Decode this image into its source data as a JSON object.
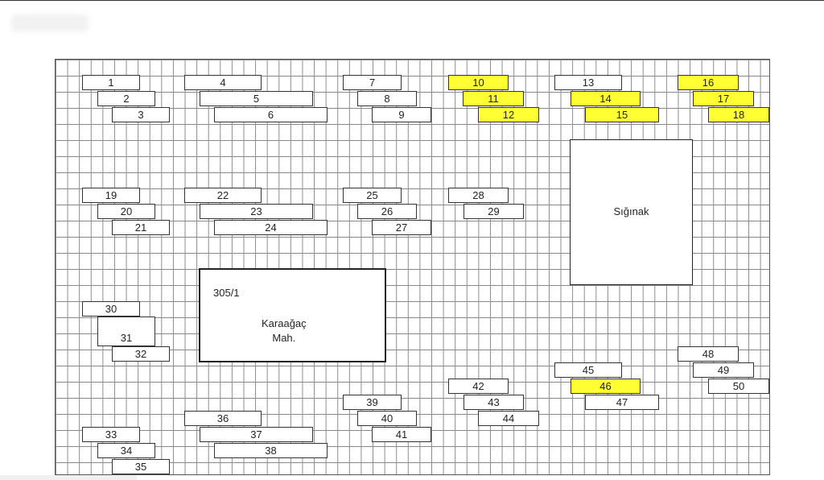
{
  "parcels": [
    {
      "id": "p1",
      "label": "1",
      "highlight": false
    },
    {
      "id": "p2",
      "label": "2",
      "highlight": false
    },
    {
      "id": "p3",
      "label": "3",
      "highlight": false
    },
    {
      "id": "p4",
      "label": "4",
      "highlight": false
    },
    {
      "id": "p5",
      "label": "5",
      "highlight": false
    },
    {
      "id": "p6",
      "label": "6",
      "highlight": false
    },
    {
      "id": "p7",
      "label": "7",
      "highlight": false
    },
    {
      "id": "p8",
      "label": "8",
      "highlight": false
    },
    {
      "id": "p9",
      "label": "9",
      "highlight": false
    },
    {
      "id": "p10",
      "label": "10",
      "highlight": true
    },
    {
      "id": "p11",
      "label": "11",
      "highlight": true
    },
    {
      "id": "p12",
      "label": "12",
      "highlight": true
    },
    {
      "id": "p13",
      "label": "13",
      "highlight": false
    },
    {
      "id": "p14",
      "label": "14",
      "highlight": true
    },
    {
      "id": "p15",
      "label": "15",
      "highlight": true
    },
    {
      "id": "p16",
      "label": "16",
      "highlight": true
    },
    {
      "id": "p17",
      "label": "17",
      "highlight": true
    },
    {
      "id": "p18",
      "label": "18",
      "highlight": true
    },
    {
      "id": "p19",
      "label": "19",
      "highlight": false
    },
    {
      "id": "p20",
      "label": "20",
      "highlight": false
    },
    {
      "id": "p21",
      "label": "21",
      "highlight": false
    },
    {
      "id": "p22",
      "label": "22",
      "highlight": false
    },
    {
      "id": "p23",
      "label": "23",
      "highlight": false
    },
    {
      "id": "p24",
      "label": "24",
      "highlight": false
    },
    {
      "id": "p25",
      "label": "25",
      "highlight": false
    },
    {
      "id": "p26",
      "label": "26",
      "highlight": false
    },
    {
      "id": "p27",
      "label": "27",
      "highlight": false
    },
    {
      "id": "p28",
      "label": "28",
      "highlight": false
    },
    {
      "id": "p29",
      "label": "29",
      "highlight": false
    },
    {
      "id": "p30",
      "label": "30",
      "highlight": false
    },
    {
      "id": "p31",
      "label": "31",
      "highlight": false
    },
    {
      "id": "p32",
      "label": "32",
      "highlight": false
    },
    {
      "id": "p33",
      "label": "33",
      "highlight": false
    },
    {
      "id": "p34",
      "label": "34",
      "highlight": false
    },
    {
      "id": "p35",
      "label": "35",
      "highlight": false
    },
    {
      "id": "p36",
      "label": "36",
      "highlight": false
    },
    {
      "id": "p37",
      "label": "37",
      "highlight": false
    },
    {
      "id": "p38",
      "label": "38",
      "highlight": false
    },
    {
      "id": "p39",
      "label": "39",
      "highlight": false
    },
    {
      "id": "p40",
      "label": "40",
      "highlight": false
    },
    {
      "id": "p41",
      "label": "41",
      "highlight": false
    },
    {
      "id": "p42",
      "label": "42",
      "highlight": false
    },
    {
      "id": "p43",
      "label": "43",
      "highlight": false
    },
    {
      "id": "p44",
      "label": "44",
      "highlight": false
    },
    {
      "id": "p45",
      "label": "45",
      "highlight": false
    },
    {
      "id": "p46",
      "label": "46",
      "highlight": true
    },
    {
      "id": "p47",
      "label": "47",
      "highlight": false
    },
    {
      "id": "p48",
      "label": "48",
      "highlight": false
    },
    {
      "id": "p49",
      "label": "49",
      "highlight": false
    },
    {
      "id": "p50",
      "label": "50",
      "highlight": false
    }
  ],
  "blocks": {
    "karaagac": {
      "parcel_no": "305/1",
      "name": "Karaağaç\nMah."
    },
    "siginak": {
      "name": "Sığınak"
    }
  },
  "colors": {
    "highlight": "#ffff33",
    "grid": "#8a8a8a",
    "border": "#333333"
  }
}
